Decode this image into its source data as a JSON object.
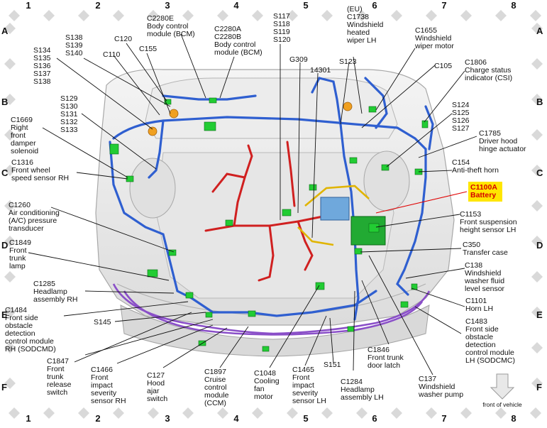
{
  "grid": {
    "columns": [
      "1",
      "2",
      "3",
      "4",
      "5",
      "6",
      "7",
      "8"
    ],
    "rows": [
      "A",
      "B",
      "C",
      "D",
      "E",
      "F"
    ]
  },
  "labels": [
    {
      "id": "c2280e",
      "lines": [
        "C2280E",
        "Body control",
        "module (BCM)"
      ]
    },
    {
      "id": "c2280ab",
      "lines": [
        "C2280A",
        "C2280B",
        "Body control",
        "module (BCM)"
      ]
    },
    {
      "id": "s117",
      "lines": [
        "S117",
        "S118",
        "S119",
        "S120"
      ]
    },
    {
      "id": "c1738",
      "lines": [
        "(EU)",
        "C1738",
        "Windshield",
        "heated",
        "wiper LH"
      ]
    },
    {
      "id": "c1655",
      "lines": [
        "C1655",
        "Windshield",
        "wiper motor"
      ]
    },
    {
      "id": "s138",
      "lines": [
        "S138",
        "S139",
        "S140"
      ]
    },
    {
      "id": "c120",
      "lines": [
        "C120"
      ]
    },
    {
      "id": "c155",
      "lines": [
        "C155"
      ]
    },
    {
      "id": "c110",
      "lines": [
        "C110"
      ]
    },
    {
      "id": "s134",
      "lines": [
        "S134",
        "S135",
        "S136",
        "S137",
        "S138"
      ]
    },
    {
      "id": "g309",
      "lines": [
        "G309"
      ]
    },
    {
      "id": "n14301",
      "lines": [
        "14301"
      ]
    },
    {
      "id": "s123",
      "lines": [
        "S123"
      ]
    },
    {
      "id": "c105",
      "lines": [
        "C105"
      ]
    },
    {
      "id": "c1806",
      "lines": [
        "C1806",
        "Charge status",
        "indicator (CSI)"
      ]
    },
    {
      "id": "s129",
      "lines": [
        "S129",
        "S130",
        "S131",
        "S132",
        "S133"
      ]
    },
    {
      "id": "s124",
      "lines": [
        "S124",
        "S125",
        "S126",
        "S127"
      ]
    },
    {
      "id": "c1669",
      "lines": [
        "C1669",
        "Right",
        "front",
        "damper",
        "solenoid"
      ]
    },
    {
      "id": "c1785",
      "lines": [
        "C1785",
        "Driver hood",
        "hinge actuator"
      ]
    },
    {
      "id": "c1316",
      "lines": [
        "C1316",
        "Front wheel",
        "speed sensor RH"
      ]
    },
    {
      "id": "c154",
      "lines": [
        "C154",
        "Anti-theft horn"
      ]
    },
    {
      "id": "c1260",
      "lines": [
        "C1260",
        "Air conditioning",
        "(A/C) pressure",
        "transducer"
      ]
    },
    {
      "id": "c1153",
      "lines": [
        "C1153",
        "Front suspension",
        "height sensor LH"
      ]
    },
    {
      "id": "c1849",
      "lines": [
        "C1849",
        "Front",
        "trunk",
        "lamp"
      ]
    },
    {
      "id": "c350",
      "lines": [
        "C350",
        "Transfer case"
      ]
    },
    {
      "id": "c138",
      "lines": [
        "C138",
        "Windshield",
        "washer fluid",
        "level sensor"
      ]
    },
    {
      "id": "c1285",
      "lines": [
        "C1285",
        "Headlamp",
        "assembly RH"
      ]
    },
    {
      "id": "c1101",
      "lines": [
        "C1101",
        "Horn LH"
      ]
    },
    {
      "id": "c1484",
      "lines": [
        "C1484",
        "Front side",
        "obstacle",
        "detection",
        "control module",
        "RH (SODCMD)"
      ]
    },
    {
      "id": "s145",
      "lines": [
        "S145"
      ]
    },
    {
      "id": "c1483",
      "lines": [
        "C1483",
        "Front side",
        "obstacle",
        "detection",
        "control module",
        "LH (SODCMC)"
      ]
    },
    {
      "id": "c1846",
      "lines": [
        "C1846",
        "Front trunk",
        "door latch"
      ]
    },
    {
      "id": "c1847",
      "lines": [
        "C1847",
        "Front",
        "trunk",
        "release",
        "switch"
      ]
    },
    {
      "id": "c1466",
      "lines": [
        "C1466",
        "Front",
        "impact",
        "severity",
        "sensor RH"
      ]
    },
    {
      "id": "c127",
      "lines": [
        "C127",
        "Hood",
        "ajar",
        "switch"
      ]
    },
    {
      "id": "c1897",
      "lines": [
        "C1897",
        "Cruise",
        "control",
        "module",
        "(CCM)"
      ]
    },
    {
      "id": "c1048",
      "lines": [
        "C1048",
        "Cooling",
        "fan",
        "motor"
      ]
    },
    {
      "id": "c1465",
      "lines": [
        "C1465",
        "Front",
        "impact",
        "severity",
        "sensor LH"
      ]
    },
    {
      "id": "s151",
      "lines": [
        "S151"
      ]
    },
    {
      "id": "c1284",
      "lines": [
        "C1284",
        "Headlamp",
        "assembly LH"
      ]
    },
    {
      "id": "c137",
      "lines": [
        "C137",
        "Windshield",
        "washer pump"
      ]
    }
  ],
  "highlight": {
    "lines": [
      "C1100A",
      "Battery"
    ],
    "box_color": "#ffe600",
    "text_color": "#d40000"
  },
  "front_of_vehicle": "front of vehicle",
  "colors": {
    "harness_blue": "#2f5fd0",
    "harness_red": "#d02020",
    "harness_purple": "#8a4fc8",
    "connector_green": "#22cc33",
    "battery_blue": "#6fa8dc"
  }
}
